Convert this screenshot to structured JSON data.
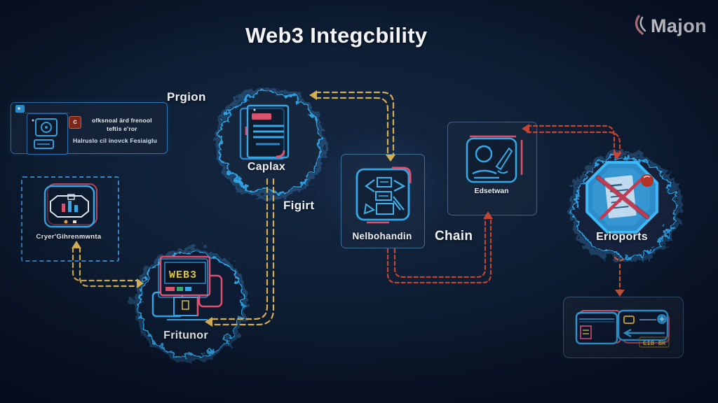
{
  "title": "Web3 Integcbility",
  "brand": {
    "name": "Majon"
  },
  "flow_labels": {
    "prgion": "Prgion",
    "figirt": "Figirt",
    "chain": "Chain"
  },
  "nodes": {
    "info_panel": {
      "icon_letter": "c",
      "line1": "ofksnoal ärd frenool",
      "line2": "teftis e'ror",
      "line3": "Halruslo cil inovck Fesiaiglu"
    },
    "analytics_box": {
      "label": "Cryer'Gihrenmwnta"
    },
    "caplax": {
      "label": "Caplax"
    },
    "nelbohandin": {
      "label": "Nelbohandin"
    },
    "edsetwan": {
      "label": "Edsetwan"
    },
    "erioports": {
      "label": "Erioports"
    },
    "fritunor": {
      "label": "Fritunor",
      "screen_text": "WEB3"
    },
    "wallet_card": {
      "badge_text": "EIB BK"
    }
  },
  "colors": {
    "background": "#0e1c30",
    "neon_blue": "#35a8e8",
    "accent_pink": "#e0506e",
    "dash_yellow": "#d4af52",
    "dash_red": "#c24434",
    "octagon_fill": "#2b8cc9",
    "screen_yellow": "#d8c24a"
  }
}
